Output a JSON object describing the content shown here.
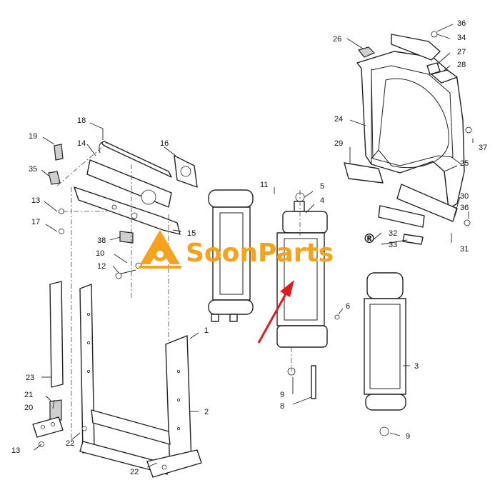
{
  "watermark": {
    "brand": "SoonParts",
    "registered_mark": "®",
    "color": "#f5a21e",
    "logo_icon": "excavator-gear-logo-icon"
  },
  "pointer_arrow": {
    "color": "#e01b1b"
  },
  "callouts": {
    "c1": "1",
    "c2": "2",
    "c3": "3",
    "c4": "4",
    "c5": "5",
    "c6": "6",
    "c8": "8",
    "c9a": "9",
    "c9b": "9",
    "c10": "10",
    "c11": "11",
    "c12": "12",
    "c13a": "13",
    "c13b": "13",
    "c14": "14",
    "c15": "15",
    "c16": "16",
    "c17": "17",
    "c18": "18",
    "c19": "19",
    "c20": "20",
    "c21": "21",
    "c22a": "22",
    "c22b": "22",
    "c23": "23",
    "c24": "24",
    "c25": "25",
    "c26": "26",
    "c27": "27",
    "c28": "28",
    "c29": "29",
    "c30": "30",
    "c31": "31",
    "c32": "32",
    "c33": "33",
    "c34": "34",
    "c35": "35",
    "c36a": "36",
    "c36b": "36",
    "c37": "37",
    "c38": "38"
  }
}
